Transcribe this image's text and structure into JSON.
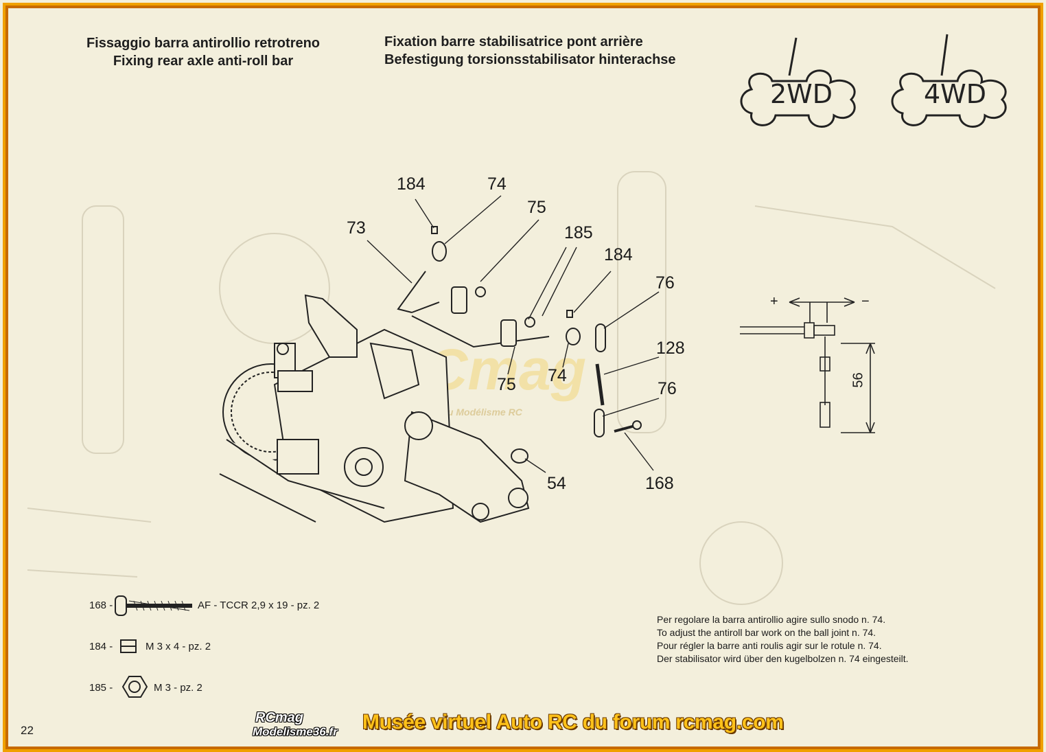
{
  "titles": {
    "italian": "Fissaggio barra antirollio retrotreno",
    "english": "Fixing rear axle anti-roll bar",
    "french": "Fixation barre stabilisatrice pont arrière",
    "german": "Befestigung torsionsstabilisator hinterachse"
  },
  "badges": {
    "left": "2WD",
    "right": "4WD"
  },
  "callouts": {
    "c184a": "184",
    "c74a": "74",
    "c75a": "75",
    "c73": "73",
    "c185": "185",
    "c184b": "184",
    "c76a": "76",
    "c128": "128",
    "c76b": "76",
    "c75b": "75",
    "c74b": "74",
    "c54": "54",
    "c168": "168"
  },
  "detail": {
    "plus": "+",
    "minus": "−",
    "dimension": "56"
  },
  "parts": [
    {
      "num": "168 -",
      "desc": "AF - TCCR 2,9 x 19 - pz. 2",
      "icon": "screw-icon"
    },
    {
      "num": "184 -",
      "desc": "M 3 x 4 - pz. 2",
      "icon": "grub-screw-icon"
    },
    {
      "num": "185 -",
      "desc": "M 3 - pz. 2",
      "icon": "nut-icon"
    }
  ],
  "note": [
    "Per regolare la barra antirollio agire sullo snodo n. 74.",
    "To adjust the antiroll bar work on the ball joint n. 74.",
    "Pour régler la barre anti roulis agir sur le rotule n. 74.",
    "Der stabilisator wird über den kugelbolzen n. 74 eingesteilt."
  ],
  "page_number": "22",
  "watermark": {
    "main": "RCmag",
    "sub": "Le petit magazine du Modélisme RC"
  },
  "footer": {
    "logo_line1": "RCmag",
    "logo_line2": "Modelisme36.fr",
    "banner": "Musée virtuel Auto RC du forum rcmag.com"
  },
  "colors": {
    "frame": "#f0a000",
    "banner": "#ffc21a",
    "paper": "#f3efdc"
  }
}
